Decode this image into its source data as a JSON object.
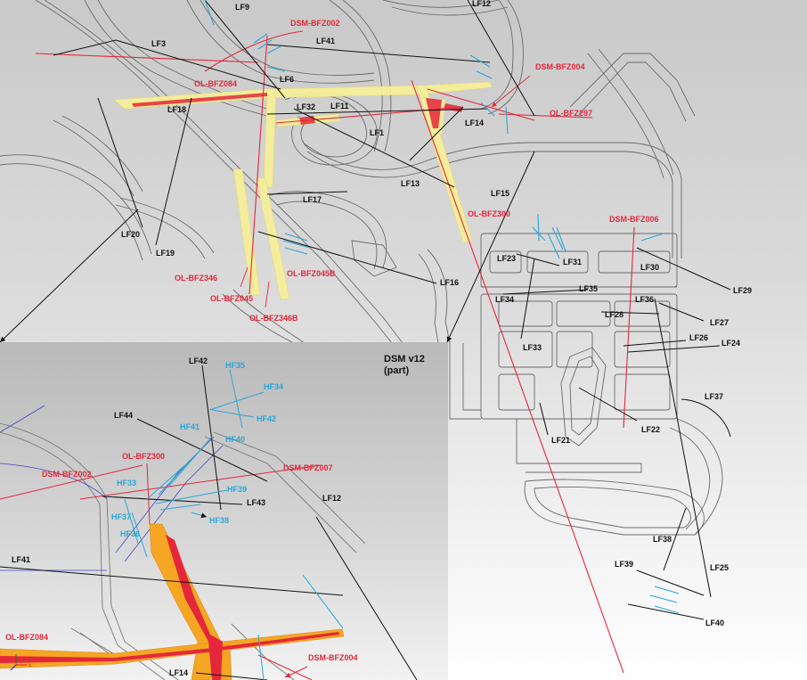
{
  "colors": {
    "tunnel": "#6a6a6a",
    "fault_black": "#111111",
    "fault_red": "#e4273a",
    "fault_cyan": "#2aa6d6",
    "zone_yellow": "#f5ef9a",
    "zone_orange": "#f5a623",
    "inset_bg_top": "#b7b7b7",
    "inset_bg_bottom": "#f5f5f5"
  },
  "inset": {
    "title_line1": "DSM v12",
    "title_line2": "(part)",
    "axis_icon": "xyz-axis-icon",
    "axis_x": "x"
  },
  "labels": {
    "lf9": "LF9",
    "lf12": "LF12",
    "lf3": "LF3",
    "lf41": "LF41",
    "lf6": "LF6",
    "lf18": "LF18",
    "lf32": "LF32",
    "lf11": "LF11",
    "lf14": "LF14",
    "lf1": "LF1",
    "lf13": "LF13",
    "lf15": "LF15",
    "lf17": "LF17",
    "lf20": "LF20",
    "lf19": "LF19",
    "lf16": "LF16",
    "lf23": "LF23",
    "lf31": "LF31",
    "lf30": "LF30",
    "lf29": "LF29",
    "lf35": "LF35",
    "lf34": "LF34",
    "lf36": "LF36",
    "lf28": "LF28",
    "lf27": "LF27",
    "lf26": "LF26",
    "lf24": "LF24",
    "lf33": "LF33",
    "lf37": "LF37",
    "lf22": "LF22",
    "lf21": "LF21",
    "lf38": "LF38",
    "lf39": "LF39",
    "lf25": "LF25",
    "lf40": "LF40",
    "dsm_bfz002": "DSM-BFZ002",
    "dsm_bfz004": "DSM-BFZ004",
    "ol_bfz084": "OL-BFZ084",
    "ol_bfz297": "OL-BFZ297",
    "ol_bfz300": "OL-BFZ300",
    "dsm_bfz006": "DSM-BFZ006",
    "ol_bfz346": "OL-BFZ346",
    "ol_bfz045b": "OL-BFZ045B",
    "ol_bfz045": "OL-BFZ045",
    "ol_bfz346b": "OL-BFZ346B",
    "in_lf42": "LF42",
    "in_hf35": "HF35",
    "in_hf34": "HF34",
    "in_lf44": "LF44",
    "in_hf42": "HF42",
    "in_hf41": "HF41",
    "in_hf40": "HF40",
    "in_ol_bfz300": "OL-BFZ300",
    "in_dsm_bfz007": "DSM-BFZ007",
    "in_dsm_bfz002": "DSM-BFZ002",
    "in_hf33": "HF33",
    "in_hf39": "HF39",
    "in_lf43": "LF43",
    "in_lf12": "LF12",
    "in_hf37": "HF37",
    "in_hf38": "HF38",
    "in_hf36": "HF36",
    "in_lf41": "LF41",
    "in_ol_bfz084": "OL-BFZ084",
    "in_dsm_bfz004": "DSM-BFZ004",
    "in_lf14": "LF14"
  }
}
